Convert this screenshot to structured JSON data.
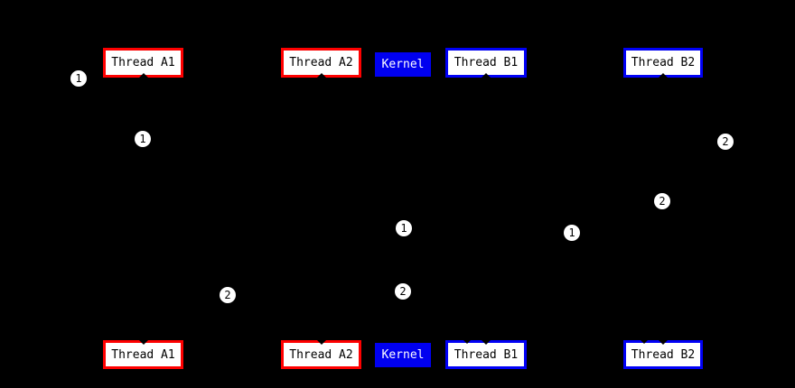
{
  "diagram": {
    "type": "sequence",
    "background_color": "#000000",
    "participants": [
      {
        "label": "Thread A1",
        "style": "red-outline"
      },
      {
        "label": "Thread A2",
        "style": "red-outline"
      },
      {
        "label": "Kernel",
        "style": "blue-filled"
      },
      {
        "label": "Thread B1",
        "style": "blue-outline"
      },
      {
        "label": "Thread B2",
        "style": "blue-outline"
      }
    ],
    "colors": {
      "red_outline": "#fe0000",
      "blue_outline": "#0000f6",
      "kernel_fill": "#0000f0",
      "kernel_text": "#ffffff",
      "box_fill": "#ffffff",
      "box_text": "#000000",
      "badge_fill": "#ffffff",
      "badge_text": "#000000"
    },
    "markers": [
      {
        "label": "1"
      },
      {
        "label": "1"
      },
      {
        "label": "2"
      },
      {
        "label": "2"
      },
      {
        "label": "1"
      },
      {
        "label": "1"
      },
      {
        "label": "2"
      },
      {
        "label": "2"
      }
    ]
  }
}
